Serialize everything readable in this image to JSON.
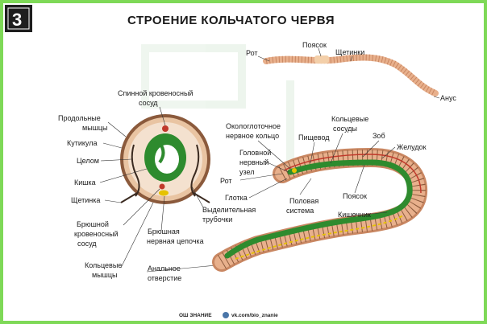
{
  "title": "СТРОЕНИЕ КОЛЬЧАТОГО ЧЕРВЯ",
  "logo": {
    "glyph": "3"
  },
  "colors": {
    "frame": "#7ed957",
    "logo_bg": "#1e1e1e",
    "body_skin": "#e8b08c",
    "body_segment": "#c98762",
    "gut": "#2e8b2e",
    "vessel": "#c0392b",
    "nerve": "#e6c200"
  },
  "cross_section": {
    "labels": {
      "dorsal_vessel": "Спинной кровеносный сосуд",
      "longitudinal_muscles": "Продольные мышцы",
      "cuticle": "Кутикула",
      "coelom": "Целом",
      "intestine": "Кишка",
      "bristle": "Щетинка",
      "ventral_vessel": "Брюшной кровеносный сосуд",
      "ring_muscles": "Кольцевые мышцы",
      "ventral_nerve": "Брюшная нервная цепочка",
      "excretory_tubules": "Выделительная трубочки",
      "anus_opening": "Анальное отверстие"
    }
  },
  "external": {
    "labels": {
      "mouth": "Рот",
      "girdle": "Поясок",
      "bristles": "Щетинки",
      "anus": "Анус"
    }
  },
  "internal": {
    "labels": {
      "nerve_ring": "Окологлоточное нервное кольцо",
      "ring_vessels": "Кольцевые сосуды",
      "esophagus": "Пищевод",
      "crop": "Зоб",
      "stomach": "Желудок",
      "head_ganglion": "Головной нервный узел",
      "mouth": "Рот",
      "pharynx": "Глотка",
      "reproductive": "Половая система",
      "girdle": "Поясок",
      "intestine": "Кишечник"
    }
  },
  "footer": {
    "brand": "ОШ ЗНАНИЕ",
    "link": "vk.com/bio_znanie"
  }
}
